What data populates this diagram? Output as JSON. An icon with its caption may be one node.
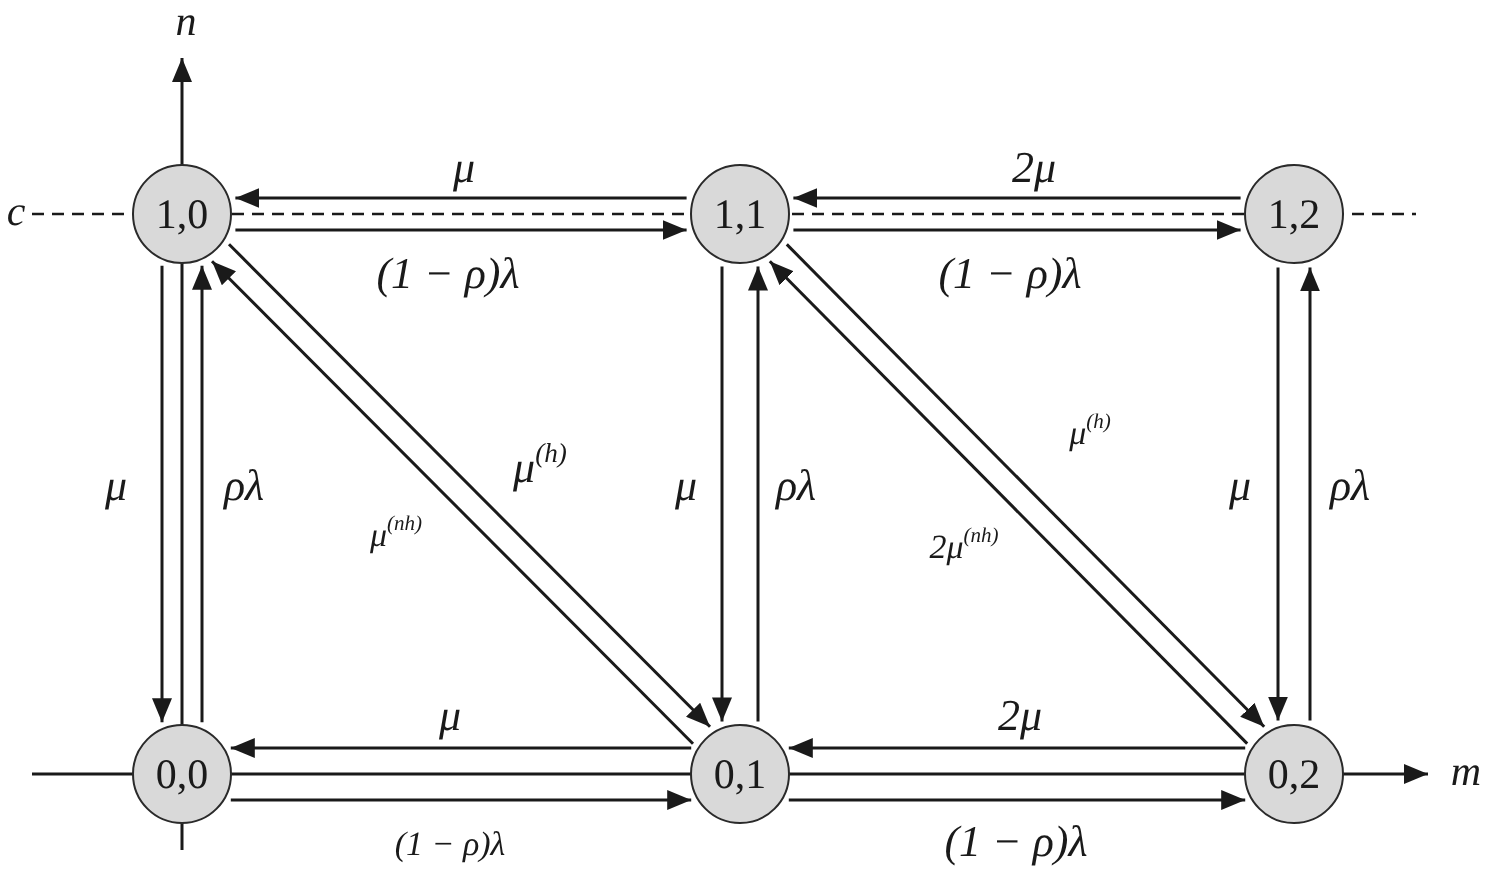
{
  "diagram": {
    "nodes": [
      {
        "text": [
          "1,0"
        ]
      },
      {
        "text": [
          "1,1"
        ]
      },
      {
        "text": [
          "1,2"
        ]
      },
      {
        "text": [
          "0,0"
        ]
      },
      {
        "text": [
          "0,1"
        ]
      },
      {
        "text": [
          "0,2"
        ]
      }
    ],
    "edges": [
      {
        "from": 1,
        "to": 0,
        "arrow": "to",
        "label": "μ"
      },
      {
        "from": 0,
        "to": 1,
        "arrow": "to",
        "label": "(1 − ρ)λ"
      },
      {
        "from": 2,
        "to": 1,
        "arrow": "to",
        "label": "2μ"
      },
      {
        "from": 1,
        "to": 2,
        "arrow": "to",
        "label": "(1 − ρ)λ"
      },
      {
        "from": 0,
        "to": 3,
        "arrow": "to",
        "label": "μ"
      },
      {
        "from": 3,
        "to": 0,
        "arrow": "to",
        "label": "ρλ"
      },
      {
        "from": 0,
        "to": 4,
        "arrow": "to",
        "label": "μ$^{(h)}$"
      },
      {
        "from": 4,
        "to": 0,
        "arrow": "to",
        "label": "μ$^{(nh)}$"
      },
      {
        "from": 1,
        "to": 4,
        "arrow": "to",
        "label": "μ"
      },
      {
        "from": 4,
        "to": 1,
        "arrow": "to",
        "label": "ρλ"
      },
      {
        "from": 1,
        "to": 5,
        "arrow": "to",
        "label": "μ$^{(h)}$"
      },
      {
        "from": 5,
        "to": 1,
        "arrow": "to",
        "label": "2μ$^{(nh)}$"
      },
      {
        "from": 2,
        "to": 5,
        "arrow": "to",
        "label": "μ"
      },
      {
        "from": 5,
        "to": 2,
        "arrow": "to",
        "label": "ρλ"
      },
      {
        "from": 4,
        "to": 3,
        "arrow": "to",
        "label": "μ"
      },
      {
        "from": 3,
        "to": 4,
        "arrow": "to",
        "label": "(1 − ρ)λ"
      },
      {
        "from": 5,
        "to": 4,
        "arrow": "to",
        "label": "2μ"
      },
      {
        "from": 4,
        "to": 5,
        "arrow": "to",
        "label": "(1 − ρ)λ"
      }
    ],
    "labels": [
      "n",
      "c",
      "m"
    ]
  }
}
